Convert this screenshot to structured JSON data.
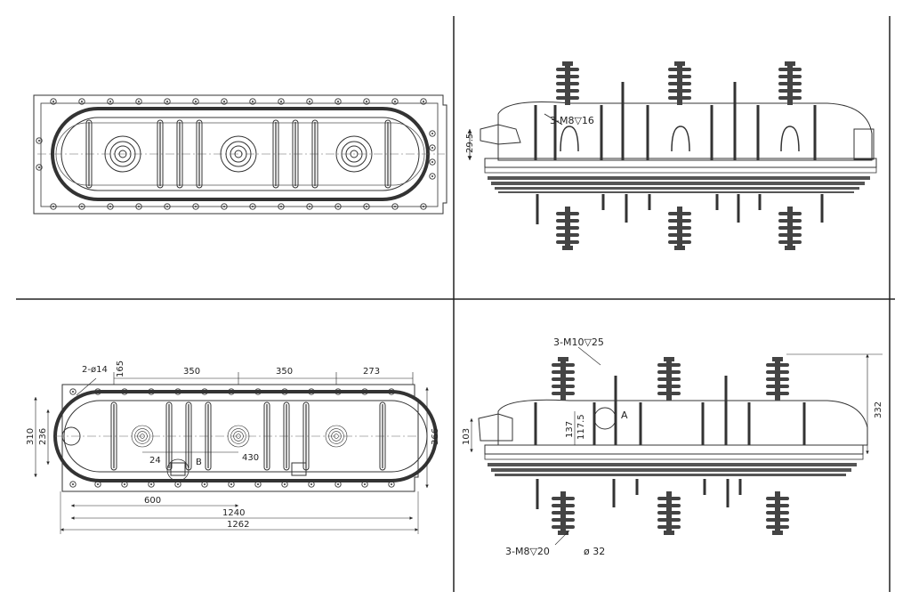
{
  "views": {
    "top_plan": {},
    "side_elevation": {
      "callout_bolts": "3-M8▽16",
      "dim_height": "29.5"
    },
    "dimensioned_plan": {
      "callout_holes": "2-ø14",
      "dim_165": "165",
      "dim_350_a": "350",
      "dim_350_b": "350",
      "dim_273": "273",
      "dim_310": "310",
      "dim_236": "236",
      "dim_366": "366",
      "dim_24": "24",
      "dim_430": "430",
      "dim_600": "600",
      "dim_1240": "1240",
      "dim_1262": "1262",
      "detail_b": "B"
    },
    "dimensioned_elevation": {
      "callout_top": "3-M10▽25",
      "callout_bottom": "3-M8▽20",
      "callout_dia": "ø 32",
      "dim_103": "103",
      "dim_137": "137",
      "dim_117_5": "117.5",
      "dim_332": "332",
      "detail_a": "A"
    }
  }
}
